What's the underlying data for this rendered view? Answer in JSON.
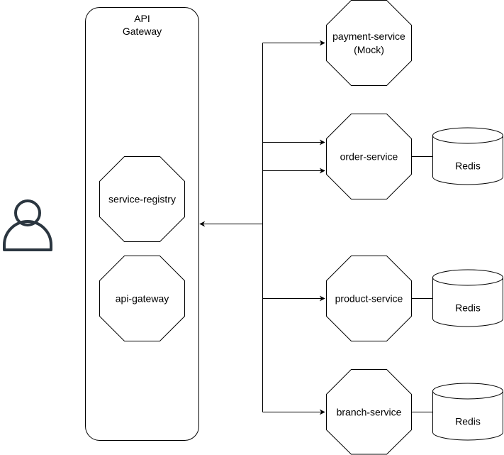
{
  "colors": {
    "stroke": "#000000",
    "fill": "#ffffff",
    "user_icon": "#2b3640"
  },
  "gateway": {
    "title_line1": "API",
    "title_line2": "Gateway"
  },
  "nodes": {
    "service_registry": "service-registry",
    "api_gateway": "api-gateway",
    "payment_line1": "payment-service",
    "payment_line2": "(Mock)",
    "order": "order-service",
    "product": "product-service",
    "branch": "branch-service"
  },
  "databases": {
    "order_db": "Redis",
    "product_db": "Redis",
    "branch_db": "Redis"
  },
  "user": {
    "icon": "user-icon"
  }
}
